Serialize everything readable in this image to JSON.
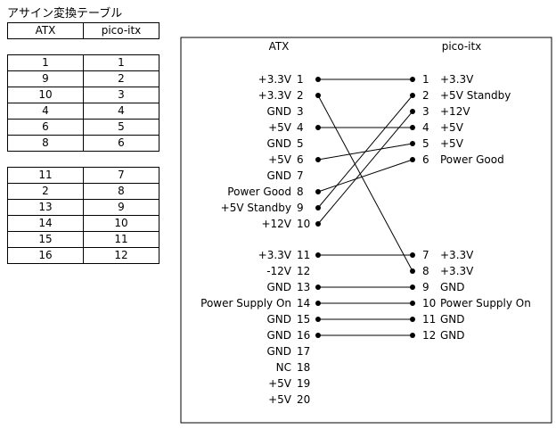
{
  "table": {
    "title": "アサイン変換テーブル",
    "headers": [
      "ATX",
      "pico-itx"
    ],
    "groups": [
      [
        [
          "1",
          "1"
        ],
        [
          "9",
          "2"
        ],
        [
          "10",
          "3"
        ],
        [
          "4",
          "4"
        ],
        [
          "6",
          "5"
        ],
        [
          "8",
          "6"
        ]
      ],
      [
        [
          "11",
          "7"
        ],
        [
          "2",
          "8"
        ],
        [
          "13",
          "9"
        ],
        [
          "14",
          "10"
        ],
        [
          "15",
          "11"
        ],
        [
          "16",
          "12"
        ]
      ]
    ]
  },
  "diagram": {
    "atx_title": "ATX",
    "pico_title": "pico-itx",
    "atx_pins": [
      {
        "label": "+3.3V",
        "num": "1",
        "dot": true
      },
      {
        "label": "+3.3V",
        "num": "2",
        "dot": true
      },
      {
        "label": "GND",
        "num": "3",
        "dot": false
      },
      {
        "label": "+5V",
        "num": "4",
        "dot": true
      },
      {
        "label": "GND",
        "num": "5",
        "dot": false
      },
      {
        "label": "+5V",
        "num": "6",
        "dot": true
      },
      {
        "label": "GND",
        "num": "7",
        "dot": false
      },
      {
        "label": "Power Good",
        "num": "8",
        "dot": true
      },
      {
        "label": "+5V Standby",
        "num": "9",
        "dot": true
      },
      {
        "label": "+12V",
        "num": "10",
        "dot": true
      },
      {
        "label": "+3.3V",
        "num": "11",
        "dot": true
      },
      {
        "label": "-12V",
        "num": "12",
        "dot": false
      },
      {
        "label": "GND",
        "num": "13",
        "dot": true
      },
      {
        "label": "Power Supply On",
        "num": "14",
        "dot": true
      },
      {
        "label": "GND",
        "num": "15",
        "dot": true
      },
      {
        "label": "GND",
        "num": "16",
        "dot": true
      },
      {
        "label": "GND",
        "num": "17",
        "dot": false
      },
      {
        "label": "NC",
        "num": "18",
        "dot": false
      },
      {
        "label": "+5V",
        "num": "19",
        "dot": false
      },
      {
        "label": "+5V",
        "num": "20",
        "dot": false
      }
    ],
    "pico_pins": [
      {
        "num": "1",
        "label": "+3.3V"
      },
      {
        "num": "2",
        "label": "+5V Standby"
      },
      {
        "num": "3",
        "label": "+12V"
      },
      {
        "num": "4",
        "label": "+5V"
      },
      {
        "num": "5",
        "label": "+5V"
      },
      {
        "num": "6",
        "label": "Power Good"
      },
      {
        "num": "7",
        "label": "+3.3V"
      },
      {
        "num": "8",
        "label": "+3.3V"
      },
      {
        "num": "9",
        "label": "GND"
      },
      {
        "num": "10",
        "label": "Power Supply On"
      },
      {
        "num": "11",
        "label": "GND"
      },
      {
        "num": "12",
        "label": "GND"
      }
    ],
    "connections": [
      [
        "1",
        "1"
      ],
      [
        "9",
        "2"
      ],
      [
        "10",
        "3"
      ],
      [
        "4",
        "4"
      ],
      [
        "6",
        "5"
      ],
      [
        "8",
        "6"
      ],
      [
        "11",
        "7"
      ],
      [
        "2",
        "8"
      ],
      [
        "13",
        "9"
      ],
      [
        "14",
        "10"
      ],
      [
        "15",
        "11"
      ],
      [
        "16",
        "12"
      ]
    ]
  }
}
